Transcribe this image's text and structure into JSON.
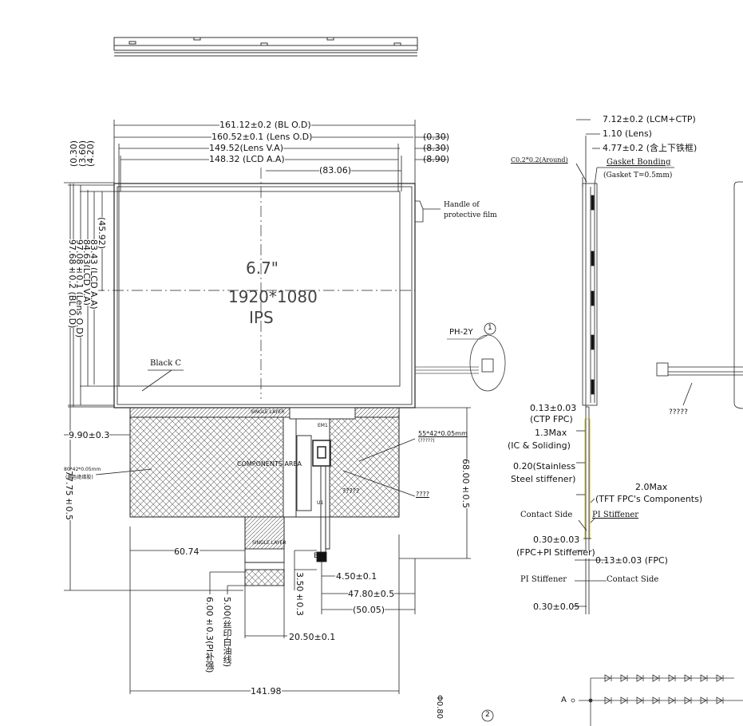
{
  "top_dims": {
    "bl_od": "161.12±0.2 (BL O.D)",
    "lens_od": "160.52±0.1 (Lens O.D)",
    "lens_va": "149.52(Lens V.A)",
    "lcd_aa": "148.32 (LCD A.A)",
    "ref_8306": "(83.06)",
    "r030": "(0.30)",
    "r830": "(8.30)",
    "r890": "(8.90)"
  },
  "left_dims": {
    "v420": "(4.20)",
    "v360": "(3.60)",
    "v030": "(0.30)",
    "v4592": "(45.92)",
    "lcd_aa_v": "83.43 (LCD A.A)",
    "lcd_va_v": "84.63(LCD V.A)",
    "lens_od_v": "97.08±0.1 (Lens O.D)",
    "bl_od_v": "97.68±0.2 (BL O.D)"
  },
  "panel": {
    "size": "6.7\"",
    "resolution": "1920*1080",
    "type": "IPS",
    "black_c": "Black C",
    "handle_line1": "Handle of",
    "handle_line2": "protective film",
    "connector": "PH-2Y",
    "circle1": "1"
  },
  "fpc": {
    "d990": "9.90±0.3",
    "d7775": "77.75±0.5",
    "d6800": "68.00±0.5",
    "d6074": "60.74",
    "d450": "4.50±0.1",
    "d350": "3.50±0.3",
    "d4780": "47.80±0.5",
    "d5005": "(50.05)",
    "d2050": "20.50±0.1",
    "d500": "5.00(丝印白油线)",
    "d600": "6.00±0.3(PI补强)",
    "d14198": "141.98",
    "single_layer": "SINGLE LAYER",
    "single_layer2": "SINGLE LAYER",
    "components_area": "COMPONENTS AREA",
    "foam": "80*42*0.05mm",
    "foam_cn": "(黄色绝缘胶)",
    "tape": "55*42*0.05mm",
    "tape_q": "(?????)",
    "q4": "????",
    "q5": "?????",
    "chip_label": "EM1",
    "u_label": "U1",
    "small_b": "B",
    "circle2": "2",
    "phi": "Φ0.80"
  },
  "side": {
    "d712": "7.12±0.2 (LCM+CTP)",
    "d110": "1.10 (Lens)",
    "d477": "4.77±0.2 (含上下铁框)",
    "chamfer": "C0.2*0.2(Around)",
    "gasket": "Gasket Bonding",
    "gasket_t": "(Gasket T=0.5mm)",
    "ctp_fpc_1": "0.13±0.03",
    "ctp_fpc_2": "(CTP FPC)",
    "ic_1": "1.3Max",
    "ic_2": "(IC & Soliding)",
    "ss_1": "0.20(Stainless",
    "ss_2": "Steel stiffener)",
    "comp_1": "2.0Max",
    "comp_2": "(TFT FPC's Components)",
    "contact_side": "Contact Side",
    "pi_stiffener": "PI Stiffener",
    "pi_1": "0.30±0.03",
    "pi_2": "(FPC+PI Stiffener)",
    "fpc_013": "0.13±0.03 (FPC)",
    "pi_stiffener2": "PI Stiffener",
    "contact_side2": "Contact Side",
    "d030": "0.30±0.05"
  },
  "right": {
    "q5": "?????",
    "anode": "A"
  }
}
